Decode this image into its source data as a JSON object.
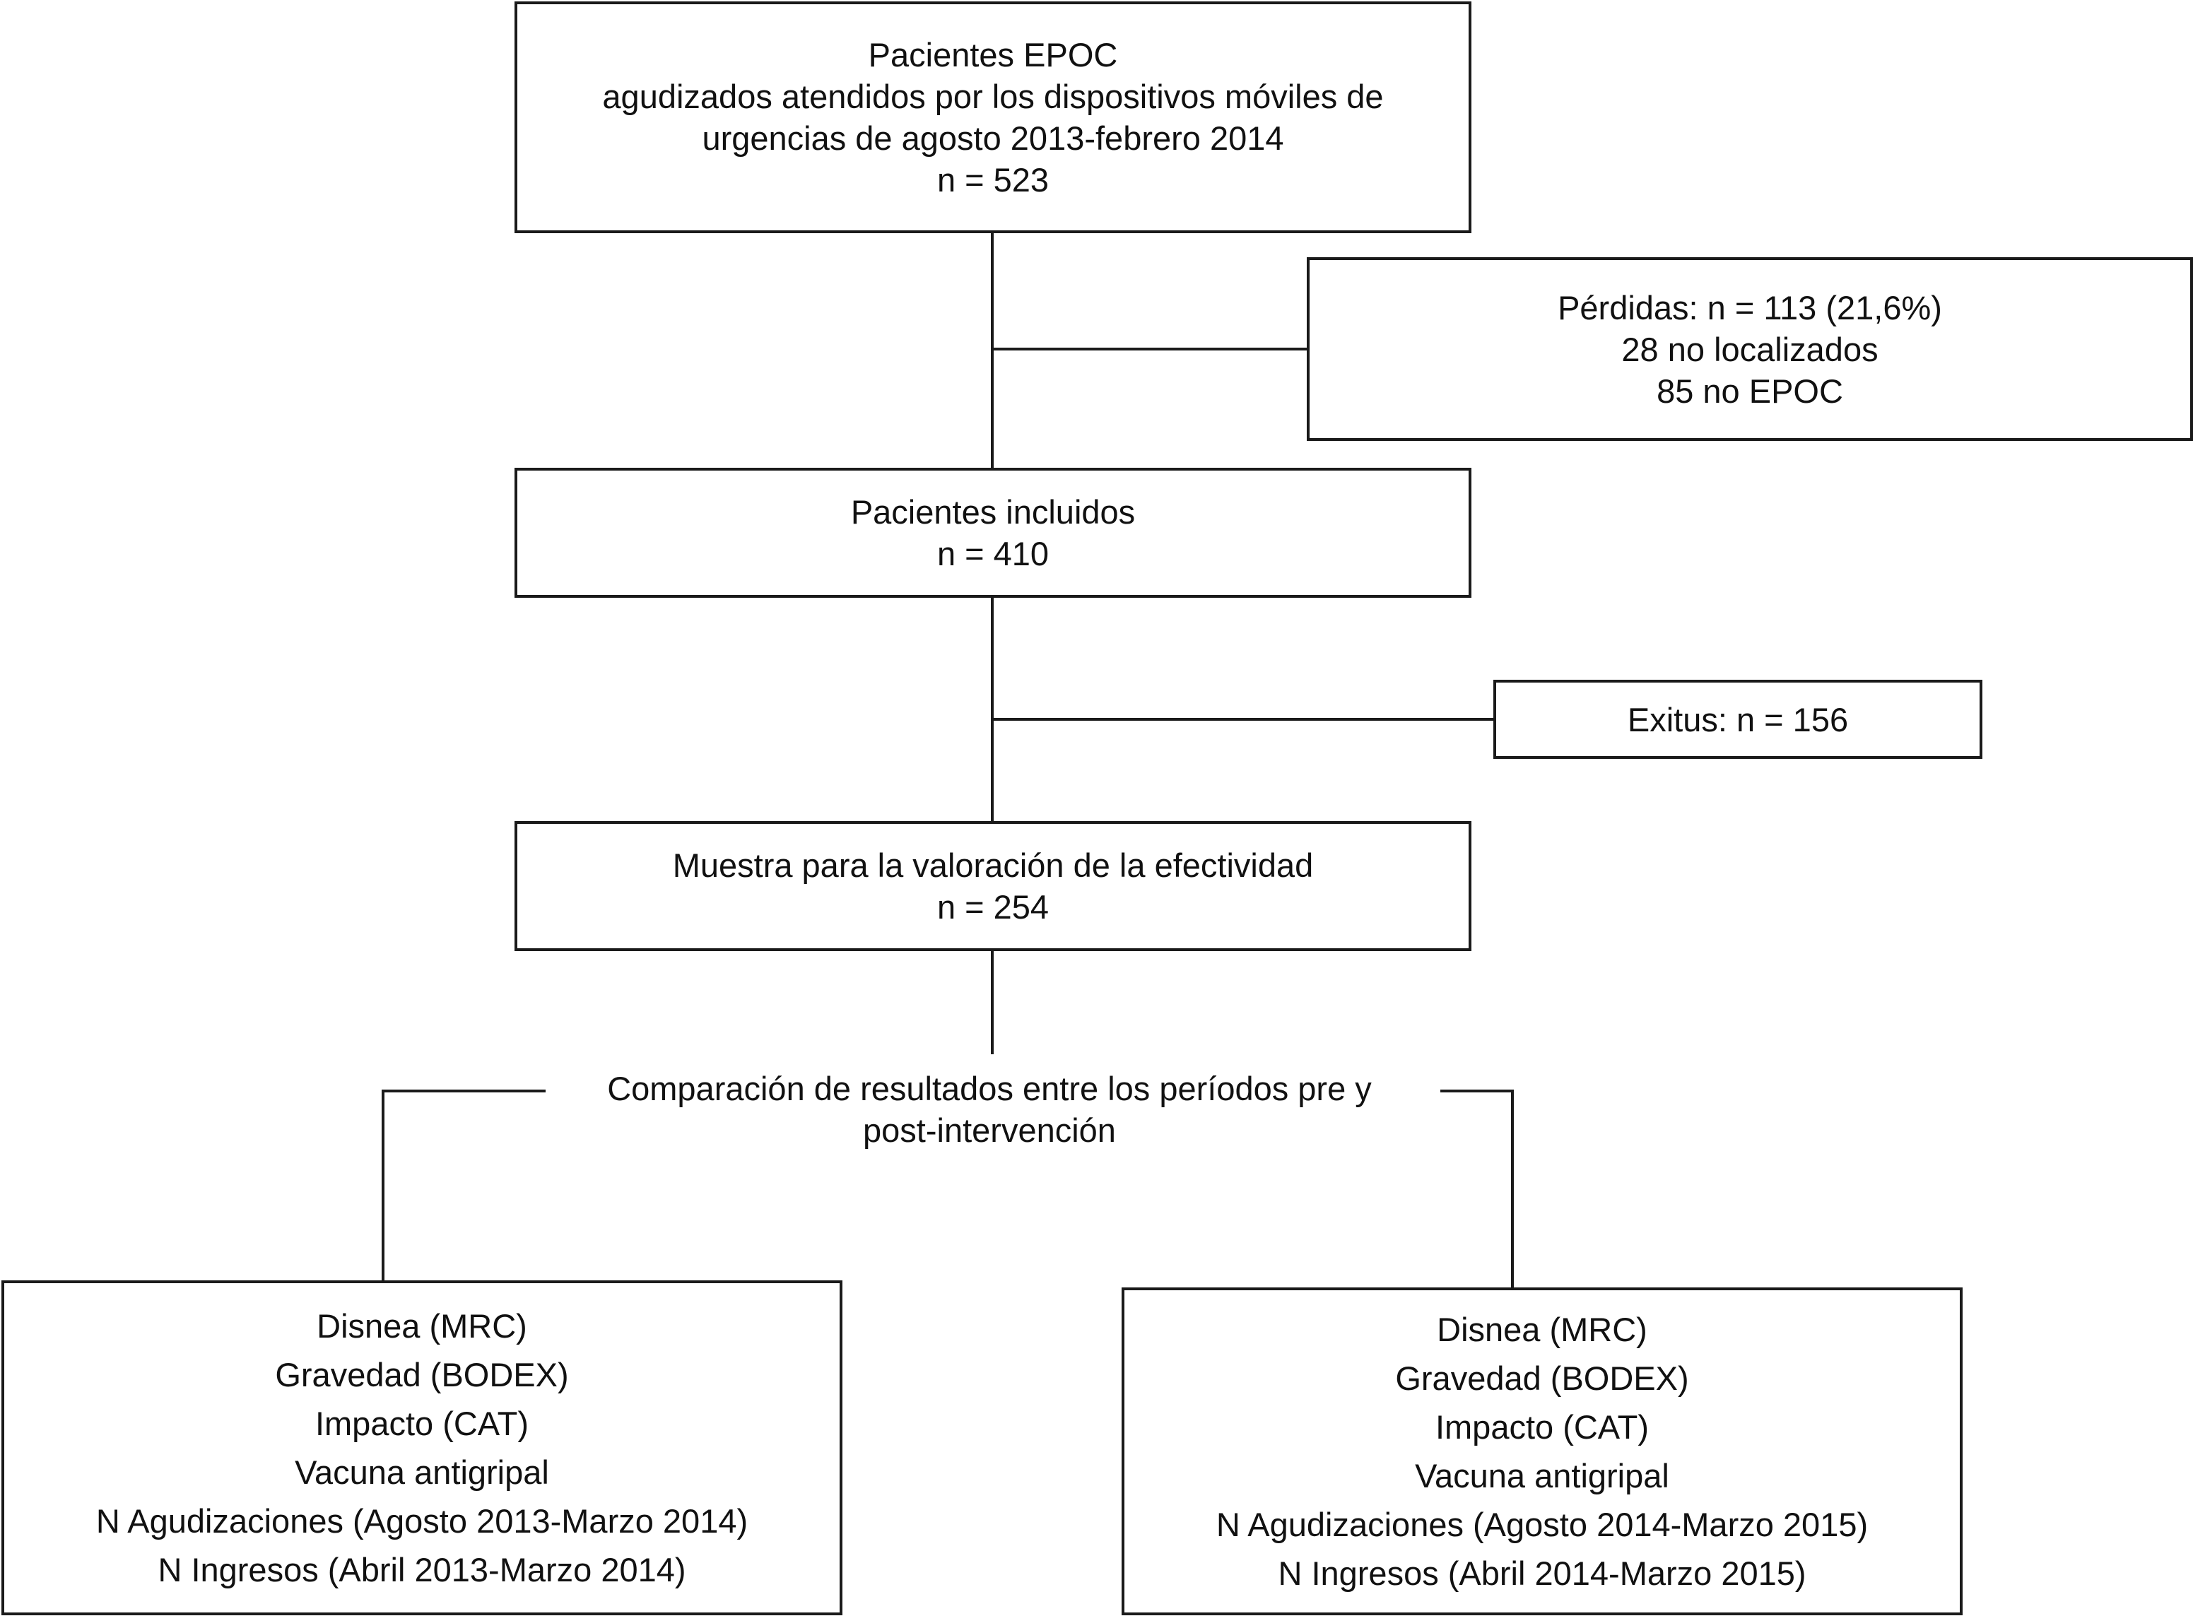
{
  "nodes": {
    "total": {
      "lines": [
        "Pacientes EPOC",
        "agudizados atendidos por los dispositivos móviles de",
        "urgencias de agosto 2013-febrero 2014",
        "n = 523"
      ]
    },
    "losses": {
      "lines": [
        "Pérdidas: n = 113 (21,6%)",
        "28 no localizados",
        "85 no EPOC"
      ]
    },
    "included": {
      "lines": [
        "Pacientes incluidos",
        "n = 410"
      ]
    },
    "deaths": {
      "lines": [
        "Exitus: n = 156"
      ]
    },
    "sample": {
      "lines": [
        "Muestra para la valoración de la efectividad",
        "n = 254"
      ]
    },
    "comparison": {
      "lines": [
        "Comparación de resultados entre los períodos pre y",
        "post-intervención"
      ]
    },
    "pre_period": {
      "lines": [
        "Disnea (MRC)",
        "Gravedad (BODEX)",
        "Impacto (CAT)",
        "Vacuna antigripal",
        "N Agudizaciones (Agosto 2013-Marzo 2014)",
        "N Ingresos (Abril 2013-Marzo 2014)"
      ]
    },
    "post_period": {
      "lines": [
        "Disnea (MRC)",
        "Gravedad (BODEX)",
        "Impacto (CAT)",
        "Vacuna antigripal",
        "N Agudizaciones (Agosto 2014-Marzo 2015)",
        "N Ingresos (Abril 2014-Marzo 2015)"
      ]
    }
  },
  "colors": {
    "line": "#1a1a1a",
    "text": "#111111",
    "background": "#ffffff"
  }
}
